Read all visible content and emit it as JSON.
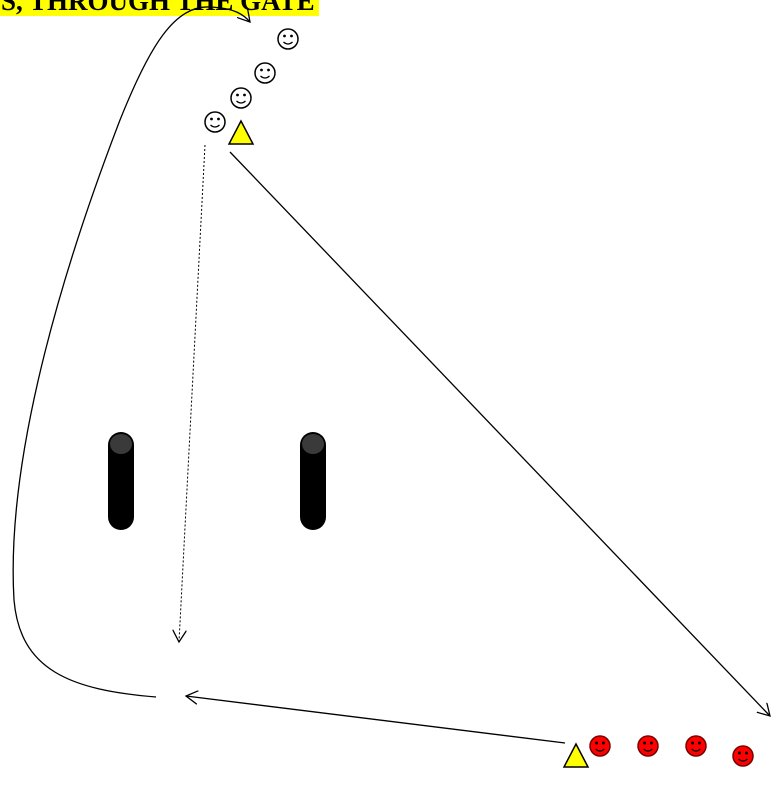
{
  "title": "ACES, THROUGH THE GATE",
  "colors": {
    "highlight": "#ffff00",
    "cone_fill": "#ffff00",
    "white_player": "#ffffff",
    "red_player": "#ff0000",
    "pole": "#000000",
    "line": "#000000"
  },
  "elements": {
    "white_players": [
      "player",
      "player",
      "player",
      "player"
    ],
    "red_players": [
      "player",
      "player",
      "player",
      "player"
    ],
    "cones": [
      "cone-top",
      "cone-bottom"
    ],
    "poles": [
      "gate-pole-left",
      "gate-pole-right"
    ]
  }
}
